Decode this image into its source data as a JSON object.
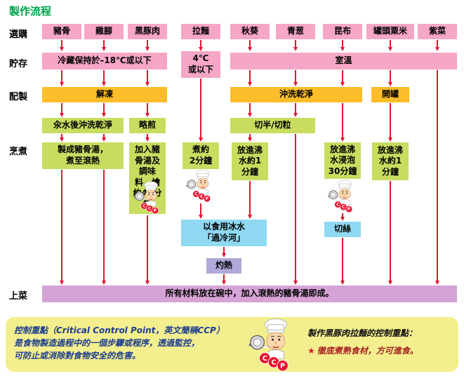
{
  "title": "製作流程",
  "stage_labels": {
    "buy": "選購",
    "store": "貯存",
    "prepare": "配製",
    "cook": "烹煮",
    "serve": "上菜"
  },
  "ingredients": {
    "pork_bone": "豬骨",
    "chicken_feet": "雞腳",
    "black_pork": "黑豚肉",
    "ramen": "拉麵",
    "okra": "秋葵",
    "scallion": "青葱",
    "kombu": "昆布",
    "canned_corn": "罐頭粟米",
    "seaweed": "紫菜"
  },
  "storage": {
    "frozen": "冷藏保持於–18℃或以下",
    "chilled_line1": "4℃",
    "chilled_line2": "或以下",
    "room": "室溫"
  },
  "prepare": {
    "defrost": "解凍",
    "rinse": "沖洗乾淨",
    "open_can": "開罐",
    "blanch_rinse": "汆水後沖洗乾淨",
    "pan_fry": "略煎",
    "cut_half_dice": "切半/切粒"
  },
  "cook": {
    "pork_soup_line1": "製成豬骨湯，",
    "pork_soup_line2": "煮至滾熱",
    "stew_pork": "加入豬骨湯及調味料，燴約45分鐘",
    "boil_ramen_line1": "煮約",
    "boil_ramen_line2": "2分鐘",
    "boil_okra": "放進沸水約1分鐘",
    "soak_kombu": "放進沸水浸泡30分鐘",
    "boil_corn": "放進沸水約1分鐘",
    "ice_bath_line1": "以食用冰水",
    "ice_bath_line2": "「過冷河」",
    "shred": "切絲",
    "reheat": "灼熱"
  },
  "serve": {
    "final": "所有材料放在碗中，加入滾熱的豬骨湯即成。"
  },
  "footer": {
    "ccp_line1": "控制重點（Critical Control Point，英文簡稱CCP）",
    "ccp_line2": "是食物製造過程中的一個步驟或程序，透過監控，",
    "ccp_line3": "可防止或消除對食物安全的危害。",
    "right_title": "製作黑豚肉拉麵的控制重點：",
    "star": "★",
    "right_point": "徹底煮熟食材，方可進食。",
    "badge": [
      "C",
      "C",
      "P"
    ]
  },
  "colors": {
    "title_green": "#00A14B",
    "pink": "#F6A6C6",
    "yellow": "#FCBD2A",
    "green": "#C9DC60",
    "blue": "#8FD9F2",
    "lavender": "#AEA9D8",
    "purple": "#D5A3D5",
    "arrow_red": "#E8112D",
    "footer_bg": "#F3EF8E",
    "footer_text": "#1B3B8F",
    "point_red": "#A62021"
  }
}
